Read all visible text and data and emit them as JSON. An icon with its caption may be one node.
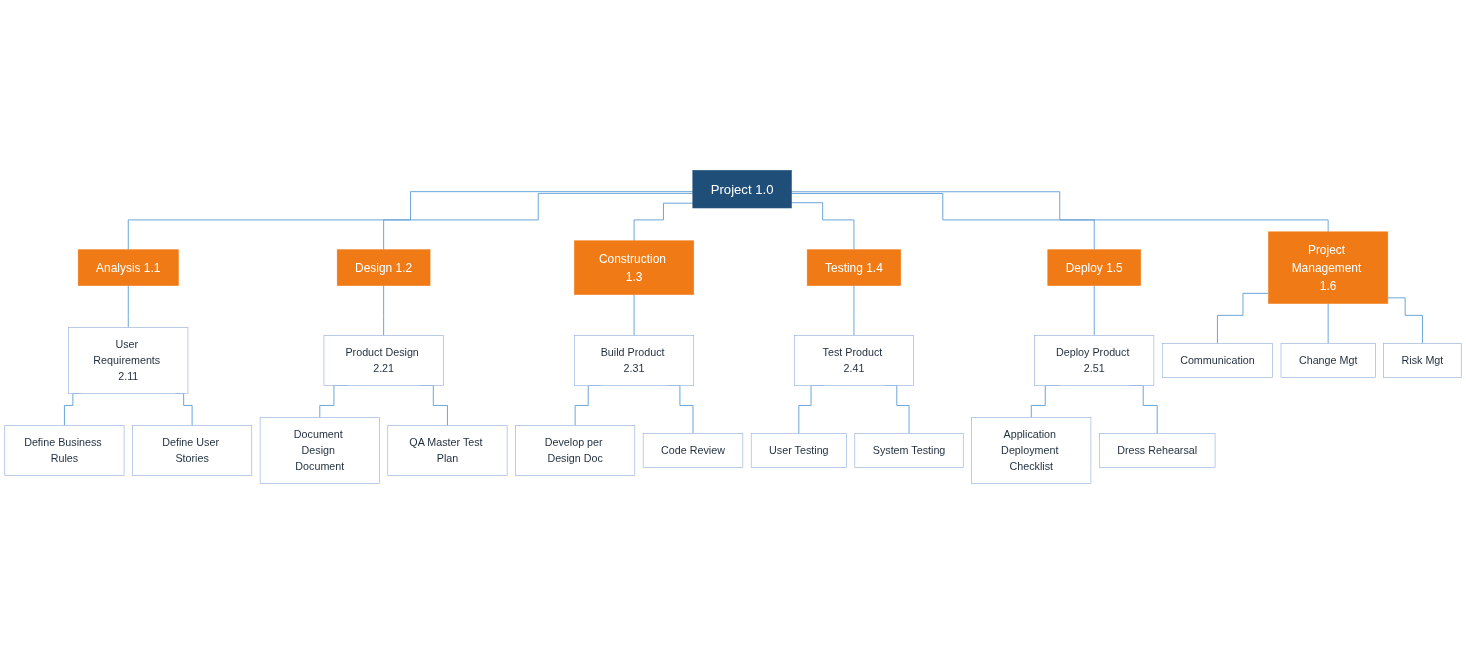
{
  "diagram": {
    "nodes": [
      {
        "text": [
          "Project 1.0"
        ]
      },
      {
        "text": [
          "Analysis 1.1"
        ]
      },
      {
        "text": [
          "Design 1.2"
        ]
      },
      {
        "text": [
          "Construction 1.3"
        ]
      },
      {
        "text": [
          "Testing 1.4"
        ]
      },
      {
        "text": [
          "Deploy 1.5"
        ]
      },
      {
        "text": [
          "Project Management 1.6"
        ]
      },
      {
        "text": [
          "User Requirements 2.11"
        ]
      },
      {
        "text": [
          "Product Design 2.21"
        ]
      },
      {
        "text": [
          "Build Product 2.31"
        ]
      },
      {
        "text": [
          "Test Product 2.41"
        ]
      },
      {
        "text": [
          "Deploy Product 2.51"
        ]
      },
      {
        "text": [
          "Communication"
        ]
      },
      {
        "text": [
          "Change Mgt"
        ]
      },
      {
        "text": [
          "Risk Mgt"
        ]
      },
      {
        "text": [
          "Define Business Rules"
        ]
      },
      {
        "text": [
          "Define User Stories"
        ]
      },
      {
        "text": [
          "Document Design Document"
        ]
      },
      {
        "text": [
          "QA Master Test Plan"
        ]
      },
      {
        "text": [
          "Develop per Design Doc"
        ]
      },
      {
        "text": [
          "Code Review"
        ]
      },
      {
        "text": [
          "User Testing"
        ]
      },
      {
        "text": [
          "System Testing"
        ]
      },
      {
        "text": [
          "Application Deployment Checklist"
        ]
      },
      {
        "text": [
          "Dress Rehearsal"
        ]
      }
    ],
    "edges": [
      {
        "from": 0,
        "to": 1,
        "arrow": "none"
      },
      {
        "from": 0,
        "to": 2,
        "arrow": "none"
      },
      {
        "from": 0,
        "to": 3,
        "arrow": "none"
      },
      {
        "from": 0,
        "to": 4,
        "arrow": "none"
      },
      {
        "from": 0,
        "to": 5,
        "arrow": "none"
      },
      {
        "from": 0,
        "to": 6,
        "arrow": "none"
      },
      {
        "from": 1,
        "to": 7,
        "arrow": "none"
      },
      {
        "from": 2,
        "to": 8,
        "arrow": "none"
      },
      {
        "from": 3,
        "to": 9,
        "arrow": "none"
      },
      {
        "from": 4,
        "to": 10,
        "arrow": "none"
      },
      {
        "from": 5,
        "to": 11,
        "arrow": "none"
      },
      {
        "from": 6,
        "to": 12,
        "arrow": "none"
      },
      {
        "from": 6,
        "to": 13,
        "arrow": "none"
      },
      {
        "from": 6,
        "to": 14,
        "arrow": "none"
      },
      {
        "from": 7,
        "to": 15,
        "arrow": "none"
      },
      {
        "from": 7,
        "to": 16,
        "arrow": "none"
      },
      {
        "from": 8,
        "to": 17,
        "arrow": "none"
      },
      {
        "from": 8,
        "to": 18,
        "arrow": "none"
      },
      {
        "from": 9,
        "to": 19,
        "arrow": "none"
      },
      {
        "from": 9,
        "to": 20,
        "arrow": "none"
      },
      {
        "from": 10,
        "to": 21,
        "arrow": "none"
      },
      {
        "from": 10,
        "to": 22,
        "arrow": "none"
      },
      {
        "from": 11,
        "to": 23,
        "arrow": "none"
      },
      {
        "from": 11,
        "to": 24,
        "arrow": "none"
      }
    ]
  }
}
